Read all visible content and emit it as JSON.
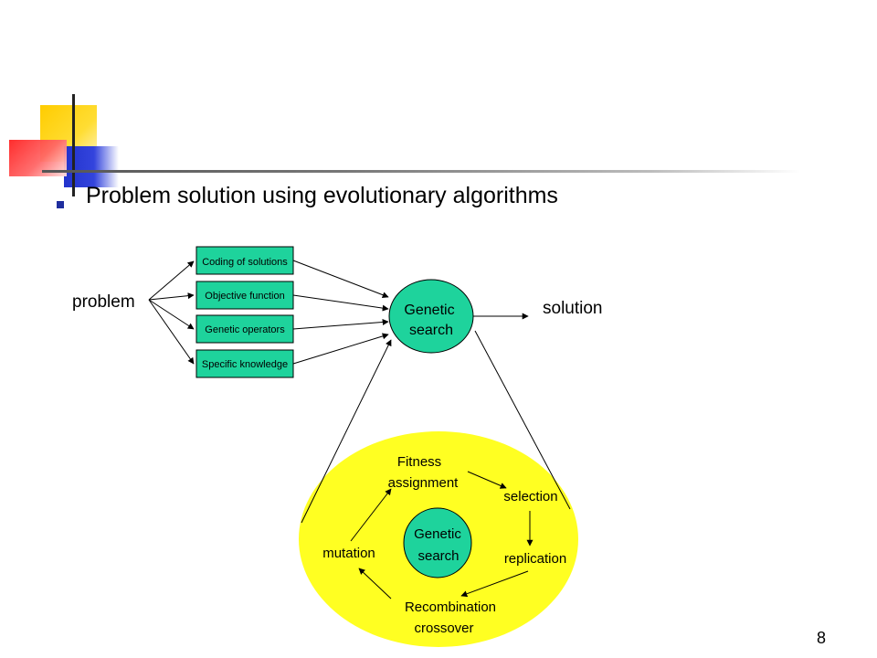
{
  "slide": {
    "title": "Problem solution using evolutionary algorithms",
    "page_number": "8"
  },
  "diagram": {
    "input_label": "problem",
    "output_label": "solution",
    "boxes": [
      "Coding of solutions",
      "Objective function",
      "Genetic operators",
      "Specific knowledge"
    ],
    "center_node": [
      "Genetic",
      "search"
    ],
    "cycle": {
      "center_node": [
        "Genetic",
        "search"
      ],
      "steps": {
        "fitness": [
          "Fitness",
          "assignment"
        ],
        "selection": "selection",
        "replication": "replication",
        "recombination": [
          "Recombination",
          "crossover"
        ],
        "mutation": "mutation"
      }
    }
  },
  "colors": {
    "box_fill": "#1ed39c",
    "node_fill": "#1ed39c",
    "cycle_fill": "#ffff22",
    "bullet": "#1f2e9e",
    "accent_yellow": "#ffcc00",
    "accent_blue": "#2233cc",
    "accent_red": "#ff2222"
  }
}
